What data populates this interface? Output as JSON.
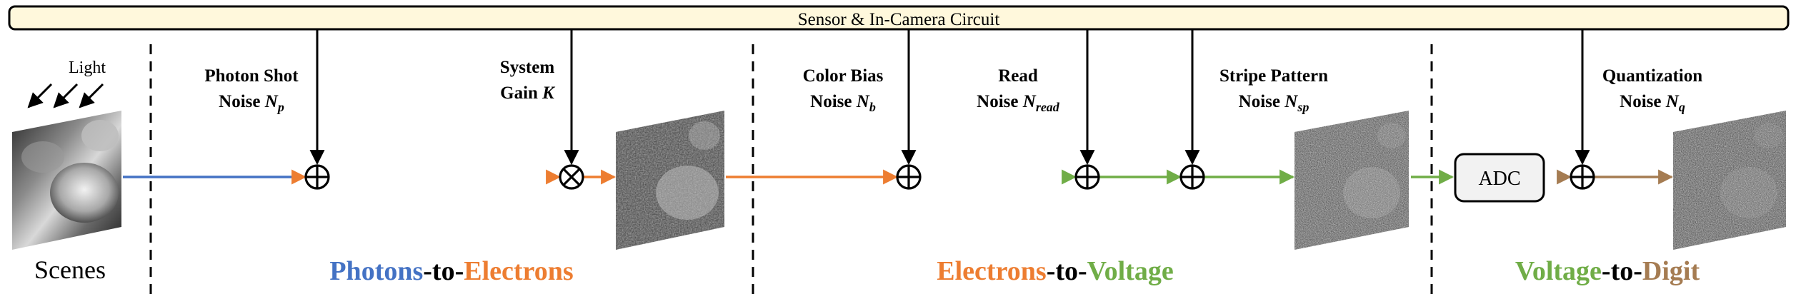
{
  "header": {
    "title": "Sensor & In-Camera Circuit"
  },
  "scene": {
    "light_label": "Light",
    "scenes_label": "Scenes"
  },
  "noise_sources": [
    {
      "line1": "Photon Shot",
      "line2": "Noise",
      "sym": "N",
      "sub": "p"
    },
    {
      "line1": "System",
      "line2": "Gain",
      "sym": "K",
      "sub": ""
    },
    {
      "line1": "Color Bias",
      "line2": "Noise",
      "sym": "N",
      "sub": "b"
    },
    {
      "line1": "Read",
      "line2": "Noise",
      "sym": "N",
      "sub": "read"
    },
    {
      "line1": "Stripe Pattern",
      "line2": "Noise",
      "sym": "N",
      "sub": "sp"
    },
    {
      "line1": "Quantization",
      "line2": "Noise",
      "sym": "N",
      "sub": "q"
    }
  ],
  "adc": {
    "label": "ADC"
  },
  "operators": {
    "add": "⊕",
    "multiply": "⊗"
  },
  "stages": [
    {
      "from": "Photons",
      "sep": "-to-",
      "to": "Electrons"
    },
    {
      "from": "Electrons",
      "sep": "-to-",
      "to": "Voltage"
    },
    {
      "from": "Voltage",
      "sep": "-to-",
      "to": "Digit"
    }
  ],
  "colors": {
    "photons": "#4472C4",
    "electrons": "#ED7D31",
    "voltage": "#70AD47",
    "digit": "#A57C52",
    "header_fill": "#FFF8DC",
    "ink": "#000000"
  },
  "icons": {
    "light_arrows": "light-arrows-icon",
    "adder": "plus-circle-icon",
    "multiplier": "times-circle-icon"
  }
}
